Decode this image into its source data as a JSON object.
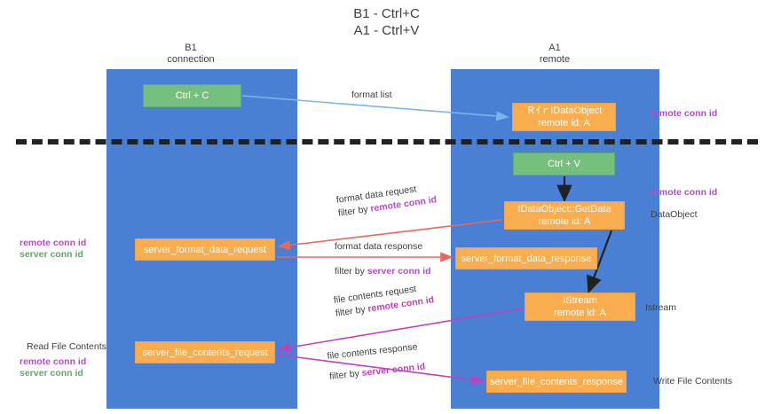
{
  "title": "B1 - Ctrl+C\nA1 - Ctrl+V",
  "lanes": {
    "left": {
      "label": "B1\nconnection"
    },
    "right": {
      "label": "A1\nremote"
    }
  },
  "nodes": {
    "ctrl_c": "Ctrl + C",
    "register_idataobject": "ＲｲｒIDataObject\nremote id: A",
    "ctrl_v": "Ctrl + V",
    "idataobject_getdata": "IDataObject::GetData\nremote id: A",
    "server_format_data_request": "server_format_data_request",
    "server_format_data_response": "server_format_data_response",
    "istream": "IStream\nremote id: A",
    "server_file_contents_request": "server_file_contents_request",
    "server_file_contents_response": "server_file_contents_response"
  },
  "edges": {
    "format_list": "format list",
    "format_data_request": "format data request",
    "format_data_request_filter_prefix": "filter by ",
    "format_data_request_filter_key": "remote conn id",
    "format_data_response": "format data response",
    "format_data_response_filter_prefix": "filter by ",
    "format_data_response_filter_key": "server conn id",
    "file_contents_request": "file contents request",
    "file_contents_request_filter_prefix": "filter by ",
    "file_contents_request_filter_key": "remote conn id",
    "file_contents_response": "file contents response",
    "file_contents_response_filter_prefix": "filter by ",
    "file_contents_response_filter_key": "server conn id"
  },
  "annotations": {
    "right_remote_conn_id_top": "remote conn id",
    "right_remote_conn_id_mid": "remote conn id",
    "right_dataobject": "DataObject",
    "right_istream": "Istream",
    "right_write_file_contents": "Write File Contents",
    "left_remote_conn_id_mid": "remote conn id",
    "left_server_conn_id_mid": "server conn id",
    "left_read_file_contents": "Read File Contents",
    "left_remote_conn_id_bottom": "remote conn id",
    "left_server_conn_id_bottom": "server conn id"
  },
  "colors": {
    "lane_blue": "#4a80d4",
    "node_orange": "#f9ad4e",
    "node_green": "#77bf7e",
    "key_purple": "#b14fc5",
    "key_green": "#5fa86b",
    "arrow_blue": "#7ab6e8",
    "arrow_red": "#e8685d",
    "arrow_magenta": "#c23fbe",
    "arrow_black": "#202124",
    "divider": "#202124"
  }
}
